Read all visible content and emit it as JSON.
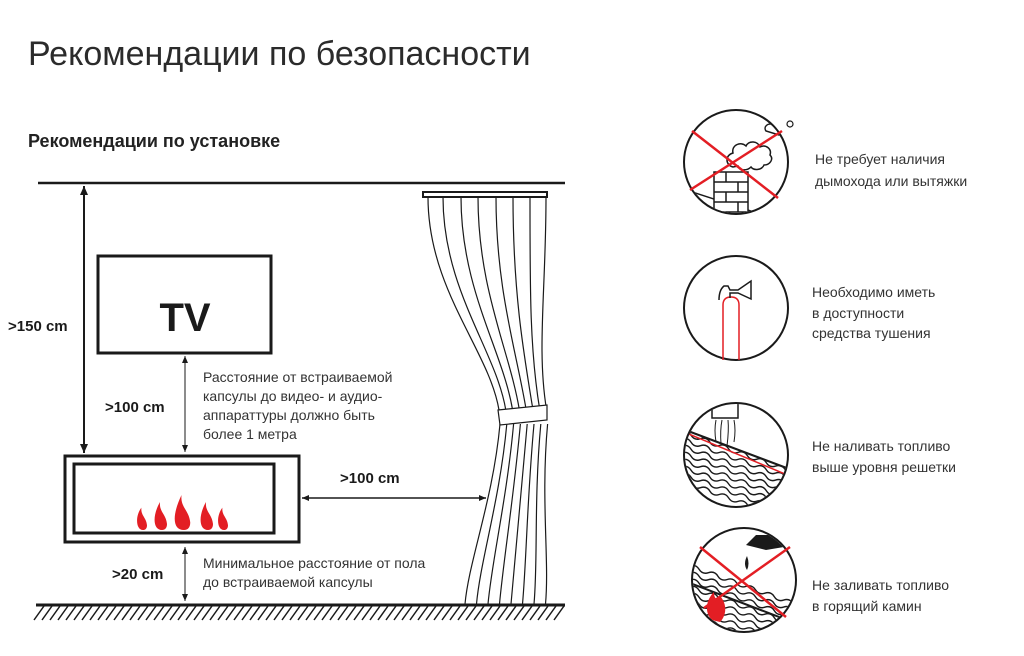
{
  "title": "Рекомендации по безопасности",
  "subtitle": "Рекомендации по установке",
  "diagram": {
    "tv_label": "TV",
    "height_label": ">150 cm",
    "tv_gap_label": ">100 cm",
    "tv_gap_note": [
      "Расстояние от встраиваемой",
      "капсулы до видео- и аудио-",
      "аппараттуры должно быть",
      "более 1 метра"
    ],
    "curtain_gap_label": ">100 cm",
    "floor_gap_label": ">20 cm",
    "floor_gap_note": [
      "Минимальное расстояние от пола",
      "до встраиваемой капсулы"
    ]
  },
  "safety_items": [
    {
      "icon": "no-chimney-icon",
      "lines": [
        "Не требует наличия",
        "дымохода или вытяжки"
      ]
    },
    {
      "icon": "fire-extinguisher-icon",
      "lines": [
        "Необходимо иметь",
        "в доступности",
        "средства тушения"
      ]
    },
    {
      "icon": "fuel-level-icon",
      "lines": [
        "Не наливать топливо",
        "выше уровня решетки"
      ]
    },
    {
      "icon": "no-refuel-burning-icon",
      "lines": [
        "Не заливать топливо",
        "в горящий камин"
      ]
    }
  ],
  "colors": {
    "accent": "#e31e24",
    "line": "#1a1a1a"
  }
}
